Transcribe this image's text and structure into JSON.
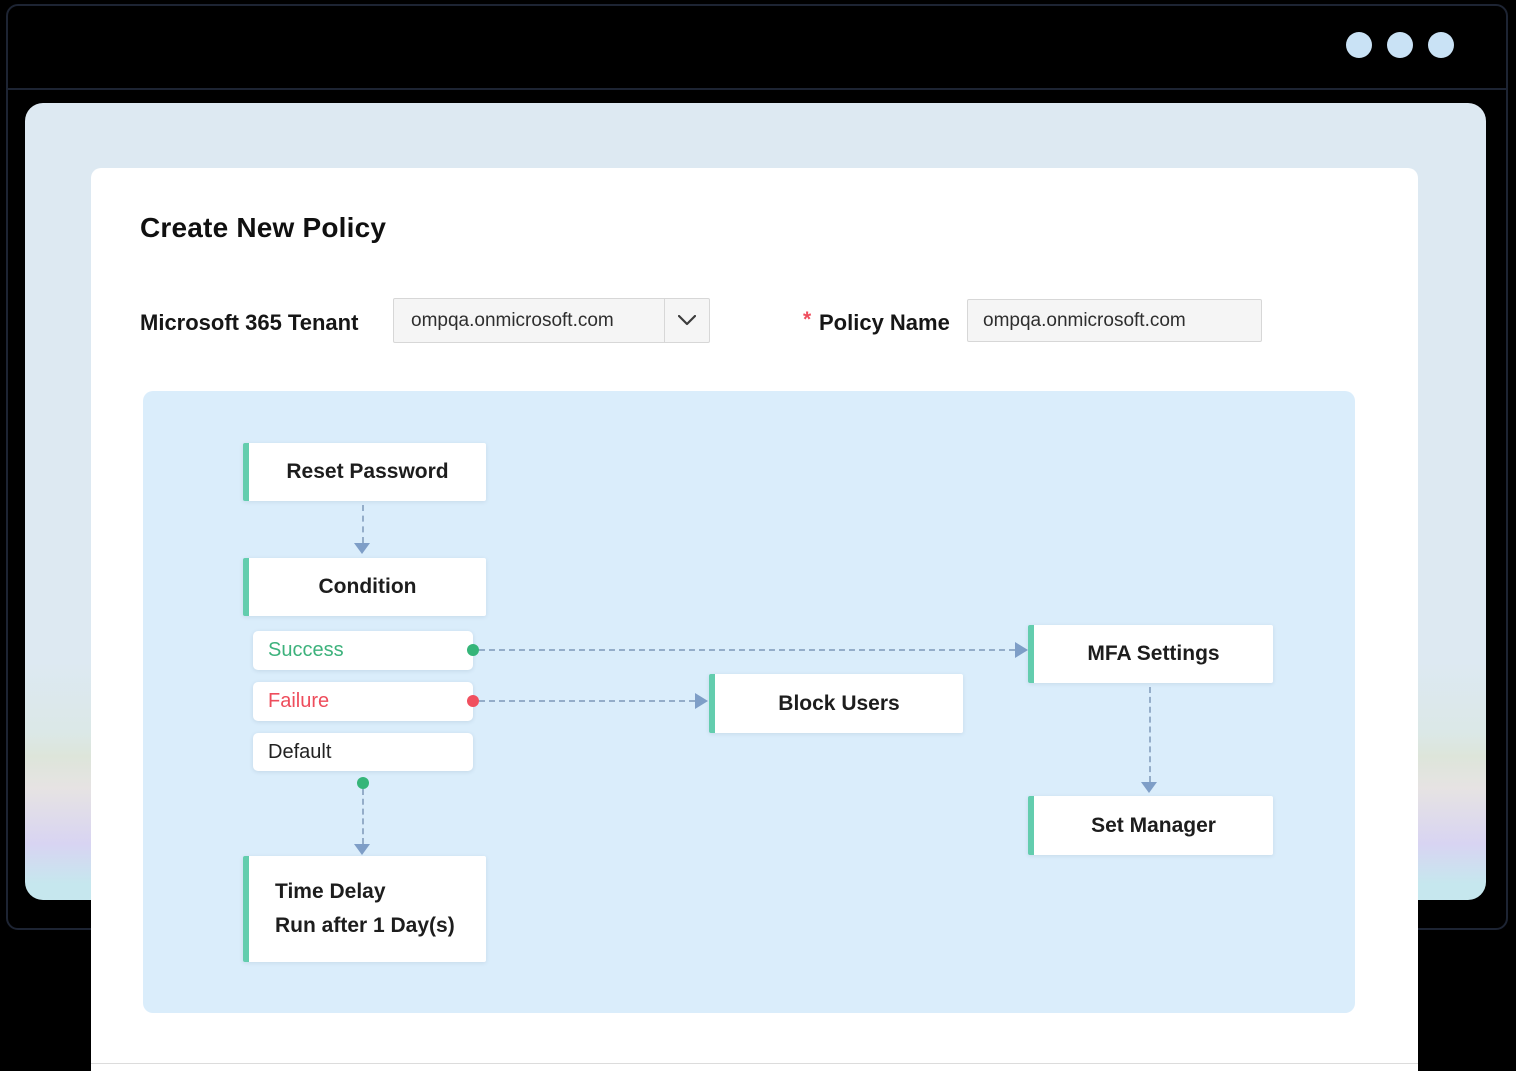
{
  "window": {
    "controls": [
      "dot",
      "dot",
      "dot"
    ]
  },
  "header": {
    "title": "Create New Policy"
  },
  "form": {
    "tenant_label": "Microsoft 365 Tenant",
    "tenant_value": "ompqa.onmicrosoft.com",
    "required_marker": "*",
    "policy_name_label": "Policy Name",
    "policy_name_value": "ompqa.onmicrosoft.com"
  },
  "flow": {
    "nodes": {
      "reset_password": "Reset Password",
      "condition": "Condition",
      "success": "Success",
      "failure": "Failure",
      "default": "Default",
      "block_users": "Block Users",
      "mfa_settings": "MFA Settings",
      "set_manager": "Set Manager",
      "time_delay_title": "Time Delay",
      "time_delay_subtitle": "Run after 1 Day(s)"
    }
  },
  "icons": {
    "window_control": "circle-dot",
    "tenant_dropdown": "chevron-down",
    "connector_arrowheads": "triangle",
    "branch_ports": "circle-port"
  },
  "colors": {
    "frame_border": "#1d2433",
    "topbar_bg": "#000000",
    "window_dot": "#c9e2f5",
    "outer_panel": "#dde9f2",
    "outer_panel_lavender": "#d8d4f2",
    "card_bg": "#ffffff",
    "title_text": "#101010",
    "flow_panel": "#daedfb",
    "accent_green": "#63cdae",
    "success_green": "#3db27c",
    "failure_red": "#ee4d5c",
    "connector": "#94adc9",
    "arrowhead": "#7e9ec7",
    "field_bg": "#f5f5f5",
    "field_border": "#d7d7d7",
    "required_red": "#ef4d5d"
  }
}
